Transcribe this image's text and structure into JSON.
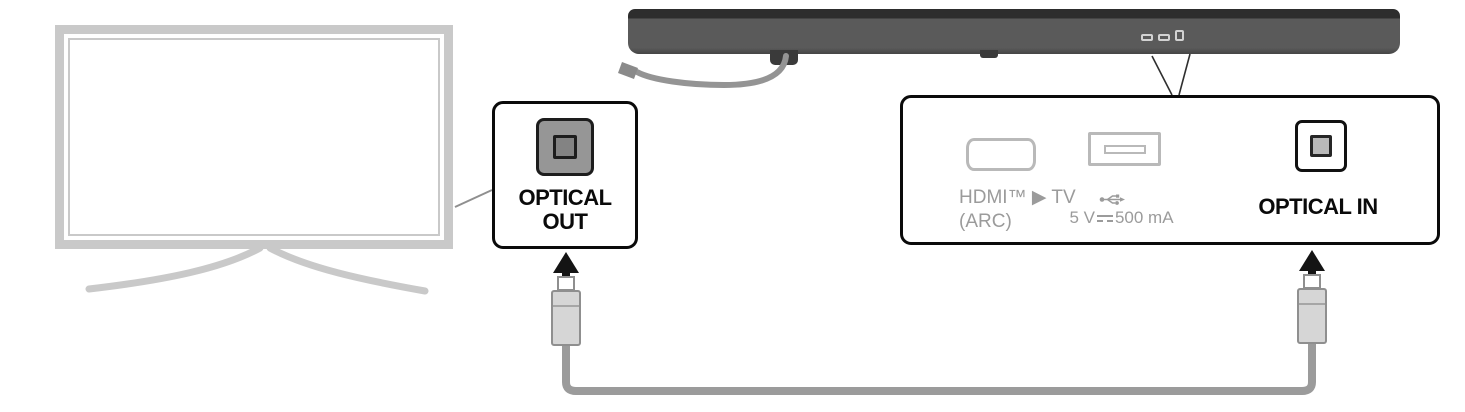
{
  "title": "Optical cable connection diagram (TV to sound bar)",
  "colors": {
    "outline_black": "#0a0a0a",
    "tv_frame_gray": "#c9c9c9",
    "soundbar_body": "#5a5a5a",
    "soundbar_top": "#2d2d2d",
    "cable_gray": "#9b9b9b",
    "muted_label_gray": "#9b9b9b",
    "plug_fill": "#d6d6d6"
  },
  "optical_out_callout": {
    "label_line1": "OPTICAL",
    "label_line2": "OUT"
  },
  "ports_callout": {
    "hdmi_label_line1": "HDMI™ ▶ TV",
    "hdmi_label_line2": "(ARC)",
    "usb_voltage": "5 V",
    "usb_current": "500 mA",
    "optical_in_label": "OPTICAL IN"
  }
}
